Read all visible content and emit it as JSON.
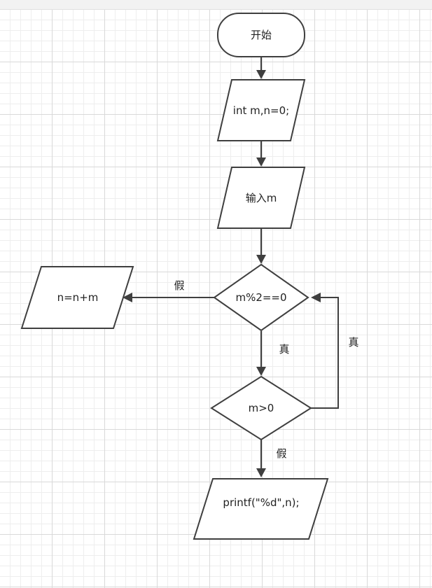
{
  "flowchart": {
    "nodes": {
      "start": {
        "label": "开始",
        "shape": "terminator"
      },
      "declare": {
        "label": "int m,n=0;",
        "shape": "parallelogram"
      },
      "input": {
        "label": "输入m",
        "shape": "parallelogram"
      },
      "check_even": {
        "label": "m%2==0",
        "shape": "diamond"
      },
      "accumulate": {
        "label": "n=n+m",
        "shape": "parallelogram"
      },
      "check_positive": {
        "label": "m>0",
        "shape": "diamond"
      },
      "output": {
        "label": "printf(\"%d\",n);",
        "shape": "parallelogram"
      }
    },
    "edges": {
      "start_to_declare": {
        "from": "start",
        "to": "declare",
        "label": ""
      },
      "declare_to_input": {
        "from": "declare",
        "to": "input",
        "label": ""
      },
      "input_to_check_even": {
        "from": "input",
        "to": "check_even",
        "label": ""
      },
      "check_even_false": {
        "from": "check_even",
        "to": "accumulate",
        "label": "假"
      },
      "check_even_true": {
        "from": "check_even",
        "to": "check_positive",
        "label": "真"
      },
      "check_positive_true": {
        "from": "check_positive",
        "to": "check_even",
        "label": "真"
      },
      "check_positive_false": {
        "from": "check_positive",
        "to": "output",
        "label": "假"
      }
    }
  },
  "colors": {
    "stroke": "#3f3f3f",
    "fill": "#ffffff",
    "text": "#222222",
    "grid": "#d9d9d9"
  }
}
